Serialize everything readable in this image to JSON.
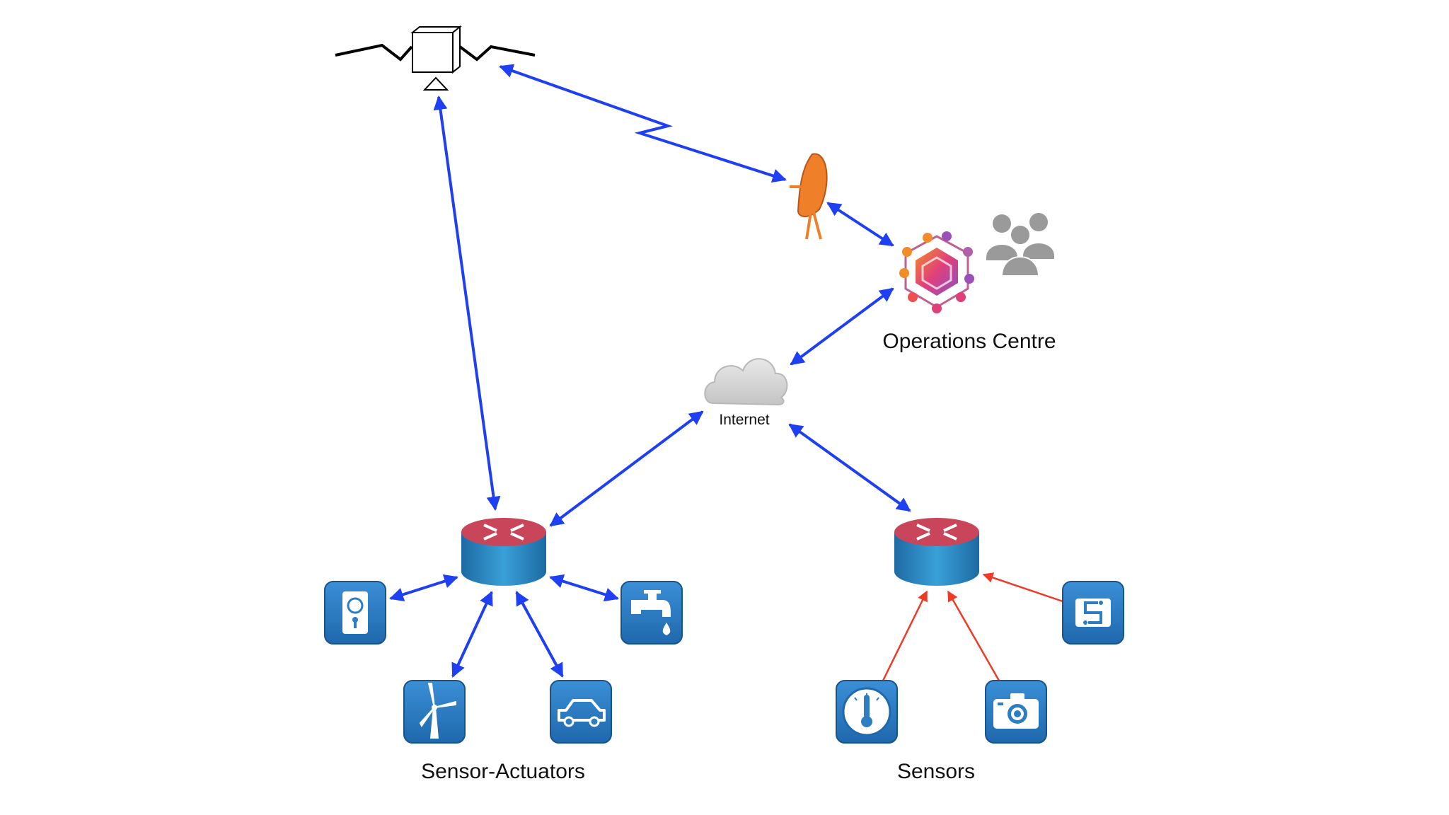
{
  "labels": {
    "operations_centre": "Operations Centre",
    "internet": "Internet",
    "sensor_actuators": "Sensor-Actuators",
    "sensors": "Sensors"
  },
  "colors": {
    "bidirectional_link": "#1f3ff2",
    "sensor_link": "#ef3a26",
    "router_top": "#c9455a",
    "router_body": "#2a83bd",
    "device_tile": "#2d7dc2",
    "dish": "#f07f2a",
    "cloud": "#d7d7d7",
    "people": "#9a9a9a"
  },
  "icons": {
    "satellite": "satellite-icon",
    "ground_station": "satellite-dish-icon",
    "operations_hub": "hexagon-hub-icon",
    "operators": "people-group-icon",
    "internet": "cloud-icon",
    "gateway_actuators": "router-icon",
    "gateway_sensors": "router-icon",
    "actuator_devices": [
      "smart-lock-icon",
      "water-tap-icon",
      "wind-turbine-icon",
      "car-icon"
    ],
    "sensor_devices": [
      "circuit-sensor-icon",
      "thermometer-gauge-icon",
      "camera-icon"
    ]
  }
}
